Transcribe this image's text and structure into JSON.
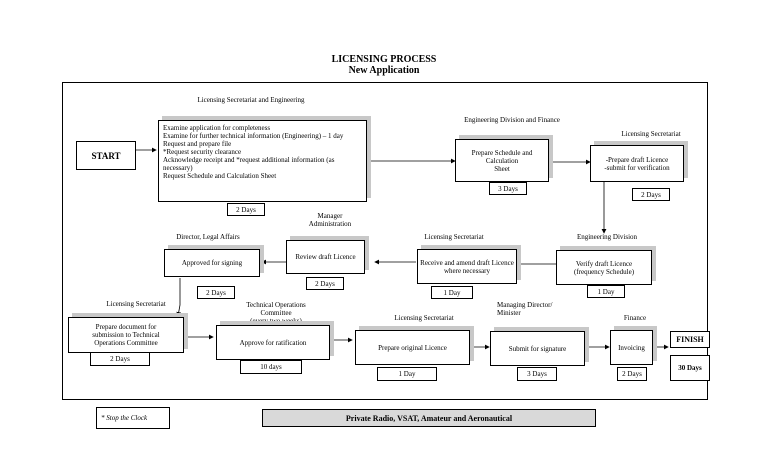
{
  "title": {
    "line1": "LICENSING PROCESS",
    "line2": "New Application"
  },
  "start": "START",
  "finish": "FINISH",
  "labels": {
    "lse_top": "Licensing Secretariat and Engineering",
    "edf": "Engineering Division and Finance",
    "ls1": "Licensing Secretariat",
    "ed": "Engineering Division",
    "ls2": "Licensing Secretariat",
    "ma": "Manager\nAdministration",
    "dla": "Director, Legal Affairs",
    "ls3": "Licensing Secretariat",
    "toc": "Technical Operations\nCommittee\n(every two weeks)",
    "ls4": "Licensing Secretariat",
    "mdm": "Managing Director/\nMinister",
    "fin": "Finance"
  },
  "tasks": {
    "examine": "Examine application for completeness\nExamine for further technical information (Engineering) – 1 day\nRequest and prepare file\n*Request security clearance\nAcknowledge receipt and *request additional information (as necessary)\nRequest Schedule and Calculation Sheet",
    "schedule": "Prepare Schedule and Calculation\nSheet",
    "draft": "-Prepare draft Licence\n-submit for verification",
    "verify": "Verify draft Licence\n(frequency Schedule)",
    "receive": "Receive and amend draft Licence\nwhere necessary",
    "review": "Review draft Licence",
    "approve_sign": "Approved for signing",
    "prepare_doc": "Prepare document for\nsubmission to Technical\nOperations Committee",
    "approve_rat": "Approve for ratification",
    "prepare_orig": "Prepare original Licence",
    "submit_sig": "Submit for signature",
    "invoicing": "Invoicing"
  },
  "durations": {
    "examine": "2 Days",
    "schedule": "3 Days",
    "draft": "2 Days",
    "verify": "1 Day",
    "receive": "1 Day",
    "review": "2 Days",
    "approve_sign": "2 Days",
    "prepare_doc": "2 Days",
    "approve_rat": "10 days",
    "prepare_orig": "1 Day",
    "submit_sig": "3 Days",
    "invoicing": "2 Days",
    "finish": "30 Days"
  },
  "legend": {
    "note": "* Stop the Clock",
    "banner": "Private Radio, VSAT, Amateur and Aeronautical"
  }
}
